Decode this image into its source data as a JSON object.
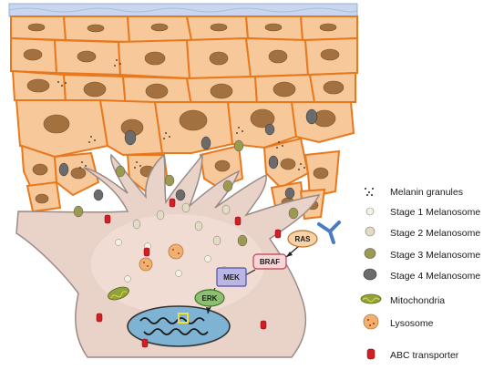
{
  "signaling": {
    "ras": "RAS",
    "braf": "BRAF",
    "mek": "MEK",
    "erk": "ERK"
  },
  "legend": {
    "melanin_granules": "Melanin granules",
    "stage1": "Stage 1 Melanosome",
    "stage2": "Stage 2 Melanosome",
    "stage3": "Stage 3 Melanosome",
    "stage4": "Stage 4 Melanosome",
    "mitochondria": "Mitochondria",
    "lysosome": "Lysosome",
    "abc_transporter": "ABC transporter"
  },
  "colors": {
    "keratinocyte_fill": "#f7c89a",
    "keratinocyte_border": "#e8781e",
    "nucleus": "#a3703f",
    "melanocyte_fill": "#e9d2c8",
    "melanocyte_border": "#9a8a86",
    "stratum_corneum": "#c9d6ee",
    "stage1": "#f3f1e3",
    "stage2": "#e3dcc2",
    "stage3": "#9c9a4e",
    "stage4": "#6b6b6b",
    "abc_transporter": "#d11f26",
    "mitochondria": "#8fa33a",
    "lysosome": "#f0b070",
    "ras": "#f6d2a6",
    "braf": "#f6d6d6",
    "mek": "#b9b6e6",
    "erk": "#8cc070",
    "receptor": "#4a7cc0",
    "nucleus_melanocyte": "#7fb3d4"
  }
}
